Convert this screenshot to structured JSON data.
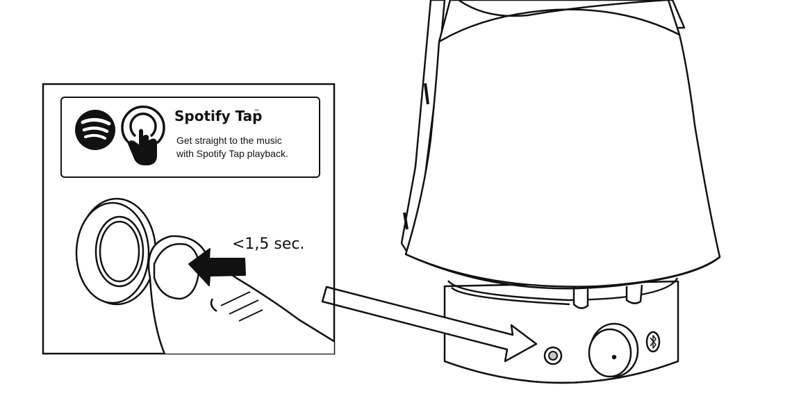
{
  "callout": {
    "brand_title": "Spotify Tap",
    "trademark": "™",
    "description_line1": "Get straight to the music",
    "description_line2": "with Spotify Tap playback.",
    "press_duration": "<1,5 sec.",
    "icons": [
      "spotify-logo",
      "tap-gesture-icon",
      "finger-press",
      "press-arrow"
    ]
  },
  "device": {
    "parts": [
      "lamp-shade",
      "speaker-base",
      "spotify-tap-button",
      "volume-knob",
      "bluetooth-button"
    ],
    "icons": [
      "bluetooth-icon"
    ]
  },
  "colors": {
    "line": "#111111",
    "background": "#ffffff",
    "button_grey": "#c8c8c8"
  }
}
